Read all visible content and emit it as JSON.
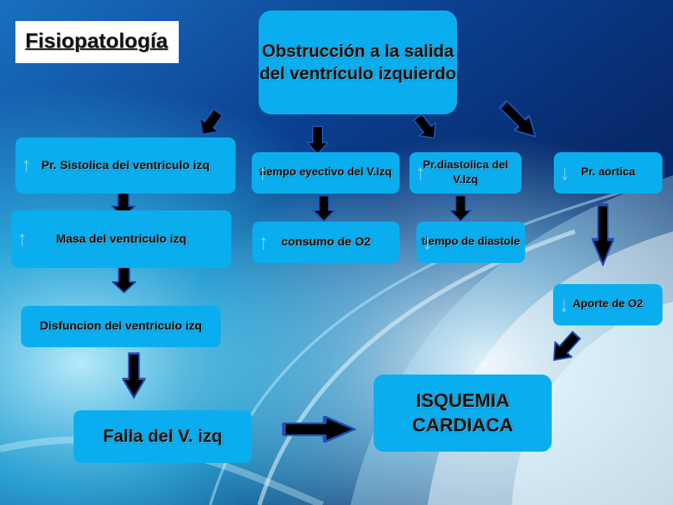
{
  "slide": {
    "title": "Fisiopatología"
  },
  "diagram": {
    "main": "Obstrucción a la salida del ventrículo izquierdo",
    "left_chain": [
      "Pr. Sistolica del ventriculo izq",
      "Masa del ventriculo izq",
      "Disfuncion del ventriculo izq",
      "Falla del V. izq"
    ],
    "middle_chain": [
      "tiempo eyectivo del V.Izq",
      "consumo de O2"
    ],
    "diastolic_chain": [
      "Pr.diastolica del V.Izq",
      "tiempo de diastole"
    ],
    "right_chain": [
      "Pr. aortica",
      "Aporte de O2"
    ],
    "outcome": "ISQUEMIA CARDIACA",
    "up_symbol": "↑",
    "down_symbol": "↓"
  },
  "colors": {
    "box_fill": "#0aaeef",
    "text": "#111111",
    "arrow_fill": "#000000",
    "arrow_stroke": "#1f4fb6"
  }
}
